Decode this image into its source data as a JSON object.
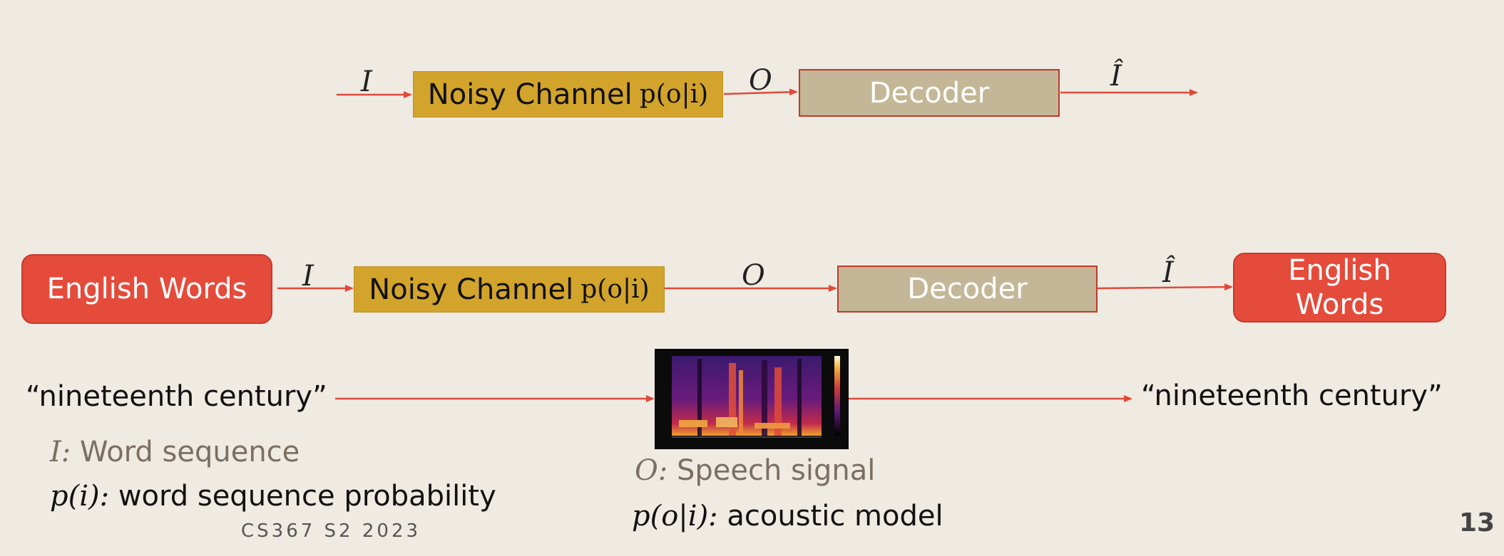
{
  "top_row": {
    "input_var": "I",
    "channel_label": "Noisy Channel",
    "channel_prob": "p(o|i)",
    "output_var": "O",
    "decoder_label": "Decoder",
    "estimate_var": "Î"
  },
  "bottom_row": {
    "source_label": "English Words",
    "input_var": "I",
    "channel_label": "Noisy Channel",
    "channel_prob": "p(o|i)",
    "output_var": "O",
    "decoder_label": "Decoder",
    "estimate_var": "Î",
    "target_label": "English Words"
  },
  "example": {
    "input_text": "“nineteenth century”",
    "output_text": "“nineteenth century”"
  },
  "legend": {
    "i_var": "I:",
    "i_desc": "Word sequence",
    "pi_var": "p(i):",
    "pi_desc": "word sequence probability",
    "o_var": "O:",
    "o_desc": "Speech signal",
    "poi_var": "p(o|i):",
    "poi_desc": "acoustic model"
  },
  "footer": {
    "course": "CS367 S2 2023",
    "page_number": "13"
  },
  "colors": {
    "background": "#efebe2",
    "channel": "#d2a42c",
    "decoder": "#c3b797",
    "english": "#e54b3b",
    "arrow": "#e04a3a"
  }
}
